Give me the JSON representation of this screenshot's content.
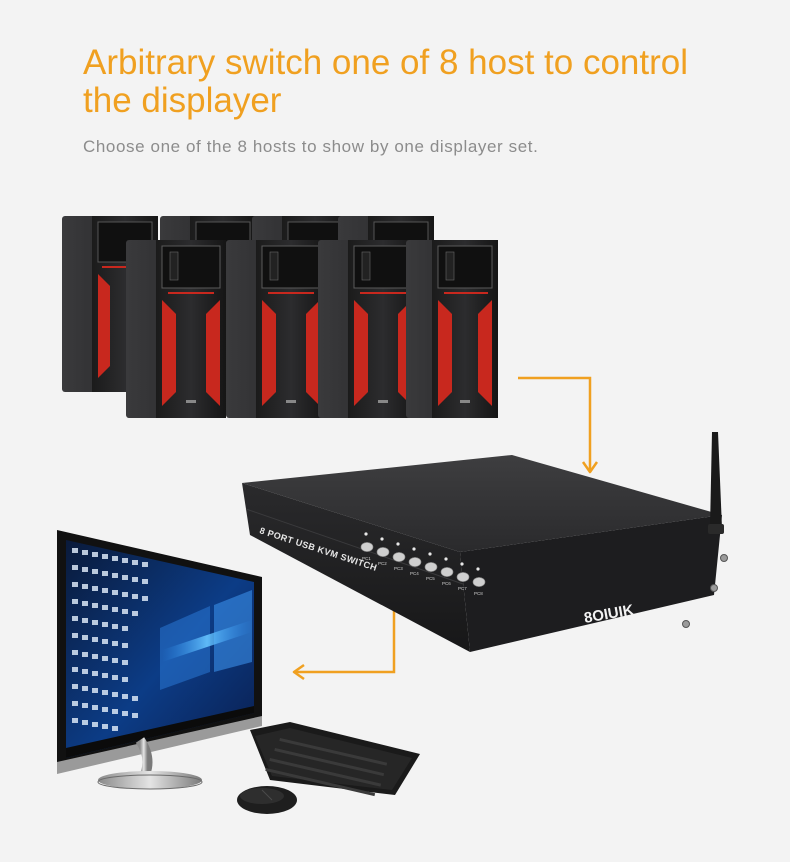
{
  "header": {
    "title_line1": "Arbitrary switch one of 8 host to control",
    "title_line2": "the displayer",
    "subtitle": "Choose one of the 8 hosts to show by one displayer set."
  },
  "switch_unit": {
    "front_label": "8 PORT USB KVM SWITCH",
    "brand": "8OIUIK",
    "port_buttons": [
      "PC1",
      "PC2",
      "PC3",
      "PC4",
      "PC5",
      "PC6",
      "PC7",
      "PC8"
    ]
  },
  "colors": {
    "accent": "#f0a020",
    "subtitle_gray": "#8c8c8c",
    "background": "#f3f3f3",
    "tower_red": "#c8281e"
  },
  "icons": {
    "hosts": "pc-tower-icon",
    "monitor": "monitor-icon",
    "keyboard": "keyboard-icon",
    "mouse": "mouse-icon",
    "antenna": "antenna-icon"
  }
}
